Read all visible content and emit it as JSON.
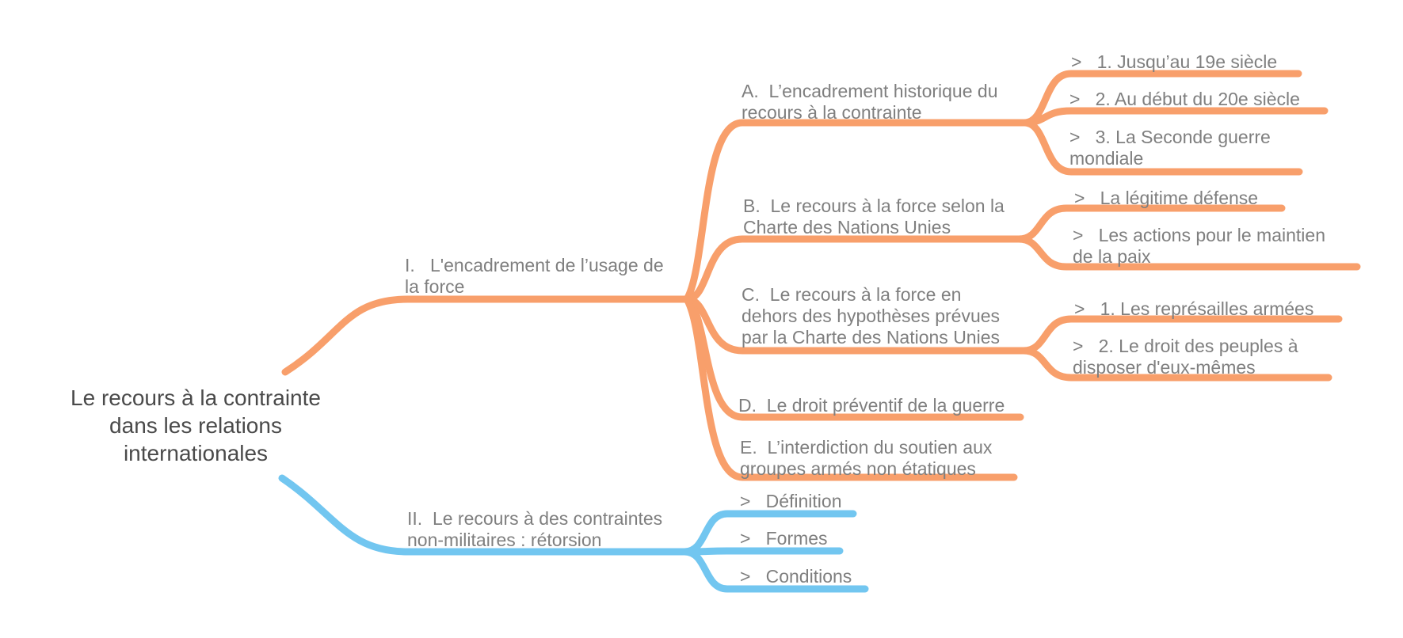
{
  "palette": {
    "branch_primary": "#F89F6B",
    "branch_secondary": "#72C6F0",
    "root_text_color": "#4a4a4a",
    "node_text_color": "#7f7f7f",
    "background": "#ffffff"
  },
  "mindmap": {
    "root": {
      "label": "Le recours à la contrainte\ndans les relations\ninternationales"
    },
    "branches": [
      {
        "id": "I",
        "color": "#F89F6B",
        "label": "I.   L'encadrement de l’usage de\nla force",
        "children": [
          {
            "id": "A",
            "label": "A.  L’encadrement historique du\nrecours à la contrainte",
            "children": [
              {
                "label": ">   1. Jusqu’au 19e siècle"
              },
              {
                "label": ">   2. Au début du 20e siècle"
              },
              {
                "label": ">   3. La Seconde guerre\nmondiale"
              }
            ]
          },
          {
            "id": "B",
            "label": "B.  Le recours à la force selon la\nCharte des Nations Unies",
            "children": [
              {
                "label": ">   La légitime défense"
              },
              {
                "label": ">   Les actions pour le maintien\nde la paix"
              }
            ]
          },
          {
            "id": "C",
            "label": "C.  Le recours à la force en\ndehors des hypothèses prévues\npar la Charte des Nations Unies",
            "children": [
              {
                "label": ">   1. Les représailles armées"
              },
              {
                "label": ">   2. Le droit des peuples à\ndisposer d'eux-mêmes"
              }
            ]
          },
          {
            "id": "D",
            "label": "D.  Le droit préventif de la guerre",
            "children": []
          },
          {
            "id": "E",
            "label": "E.  L’interdiction du soutien aux\ngroupes armés non étatiques",
            "children": []
          }
        ]
      },
      {
        "id": "II",
        "color": "#72C6F0",
        "label": "II.  Le recours à des contraintes\nnon-militaires : rétorsion",
        "children": [
          {
            "label": ">   Définition"
          },
          {
            "label": ">   Formes"
          },
          {
            "label": ">   Conditions"
          }
        ]
      }
    ]
  }
}
